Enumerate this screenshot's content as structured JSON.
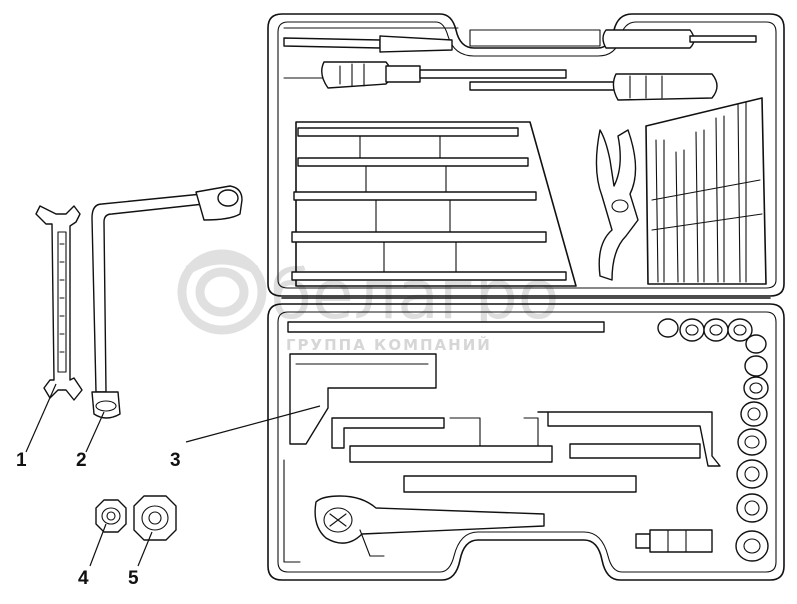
{
  "callouts": [
    {
      "id": "1",
      "label": "1"
    },
    {
      "id": "2",
      "label": "2"
    },
    {
      "id": "3",
      "label": "3"
    },
    {
      "id": "4",
      "label": "4"
    },
    {
      "id": "5",
      "label": "5"
    }
  ],
  "watermark": {
    "brand": "белагро",
    "subtitle": "ГРУППА КОМПАНИЙ"
  },
  "colors": {
    "ink": "#111111",
    "paper": "#ffffff",
    "watermark": "#d4d4d4"
  }
}
